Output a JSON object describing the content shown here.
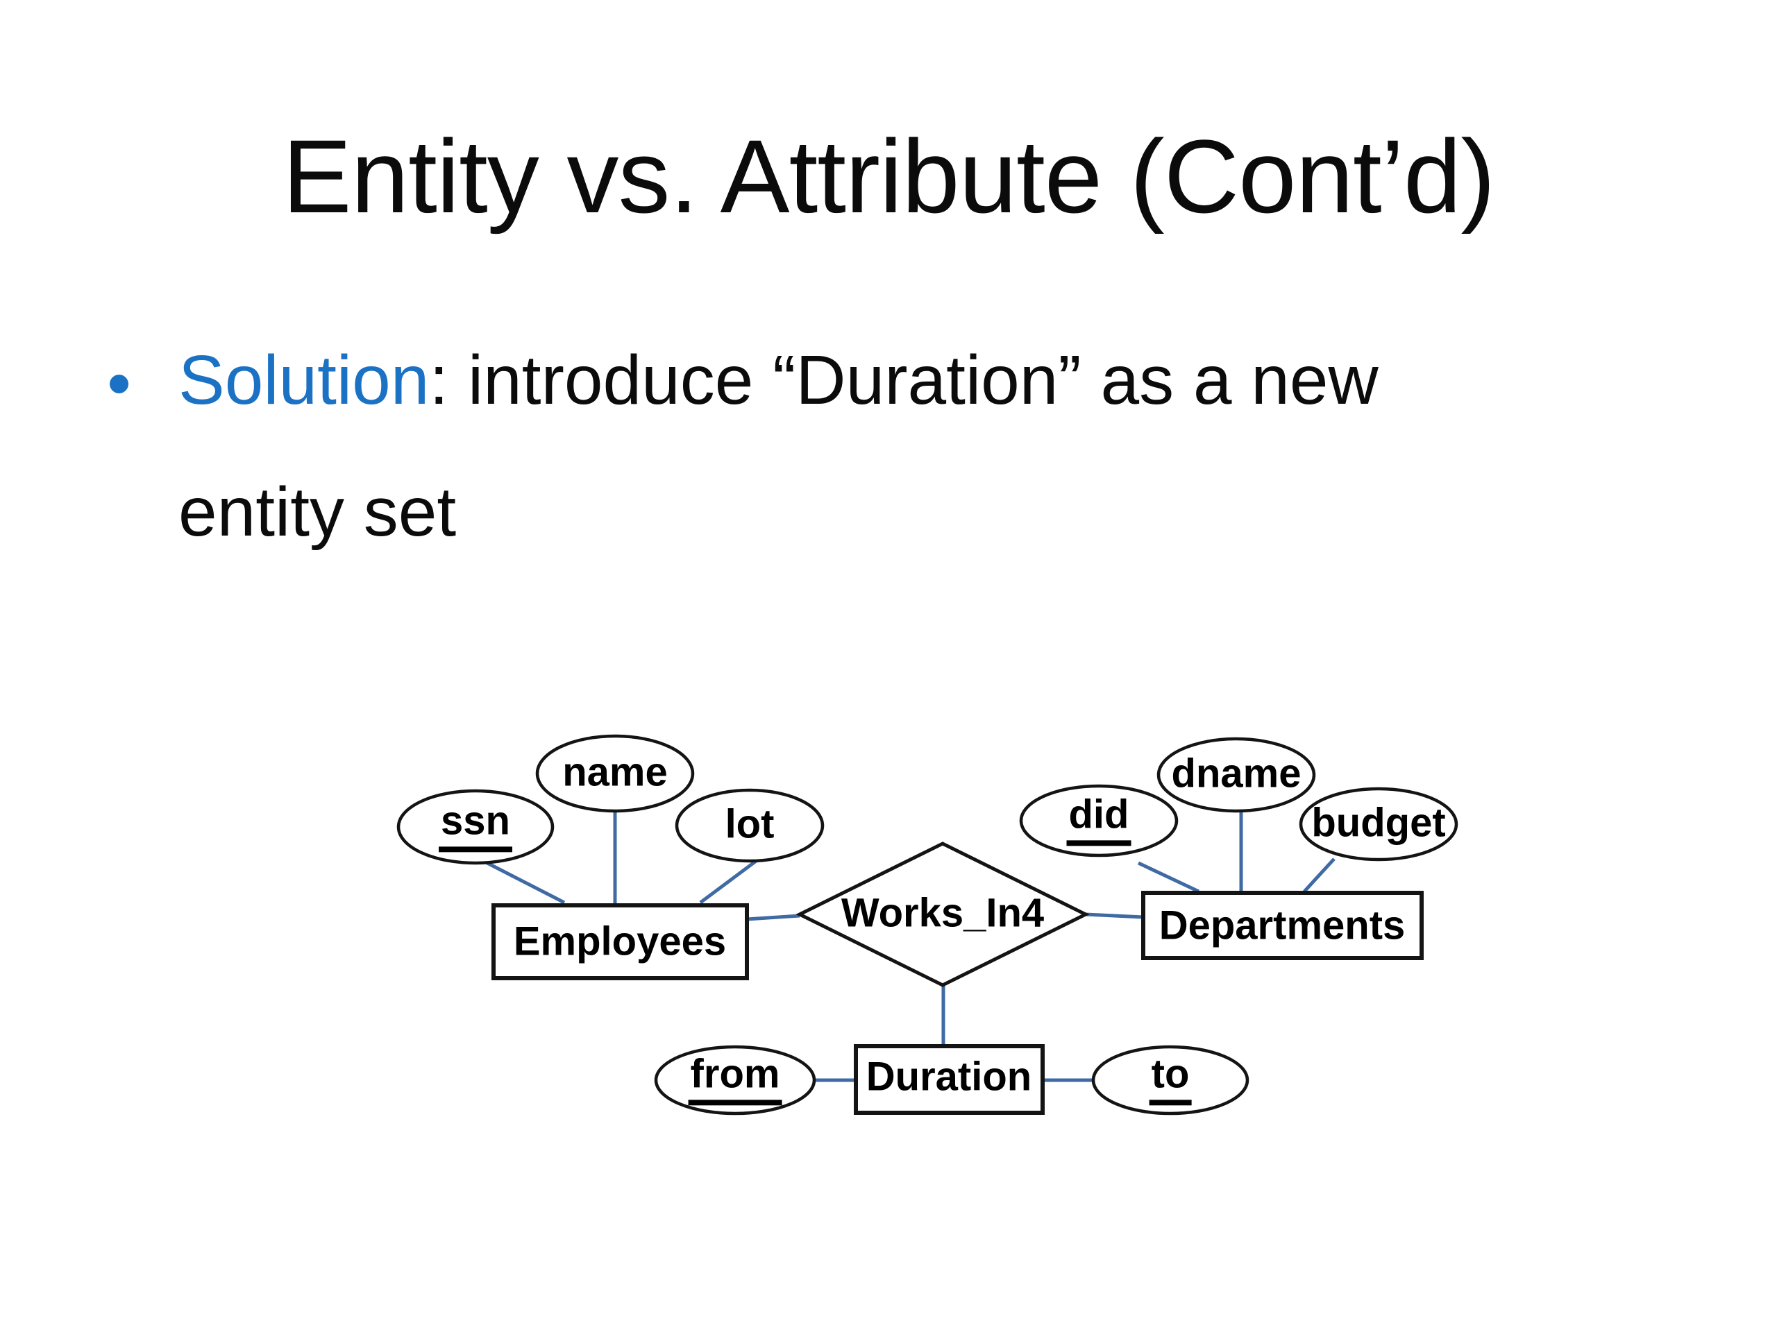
{
  "slide": {
    "title": "Entity vs. Attribute (Cont’d)",
    "bullet": {
      "highlight": "Solution",
      "rest": ": introduce “Duration” as a new entity set"
    }
  },
  "colors": {
    "accent_blue": "#1b72c4",
    "connector_blue": "#3f6aa3",
    "shape_outline": "#141414",
    "text": "#000000",
    "background": "#ffffff"
  },
  "diagram": {
    "relationship": {
      "label": "Works_In4"
    },
    "entities": [
      {
        "label": "Employees"
      },
      {
        "label": "Departments"
      },
      {
        "label": "Duration"
      }
    ],
    "attributes": [
      {
        "label": "ssn",
        "key": true,
        "entity": "Employees"
      },
      {
        "label": "name",
        "key": false,
        "entity": "Employees"
      },
      {
        "label": "lot",
        "key": false,
        "entity": "Employees"
      },
      {
        "label": "did",
        "key": true,
        "entity": "Departments"
      },
      {
        "label": "dname",
        "key": false,
        "entity": "Departments"
      },
      {
        "label": "budget",
        "key": false,
        "entity": "Departments"
      },
      {
        "label": "from",
        "key": true,
        "entity": "Duration"
      },
      {
        "label": "to",
        "key": true,
        "entity": "Duration"
      }
    ]
  }
}
